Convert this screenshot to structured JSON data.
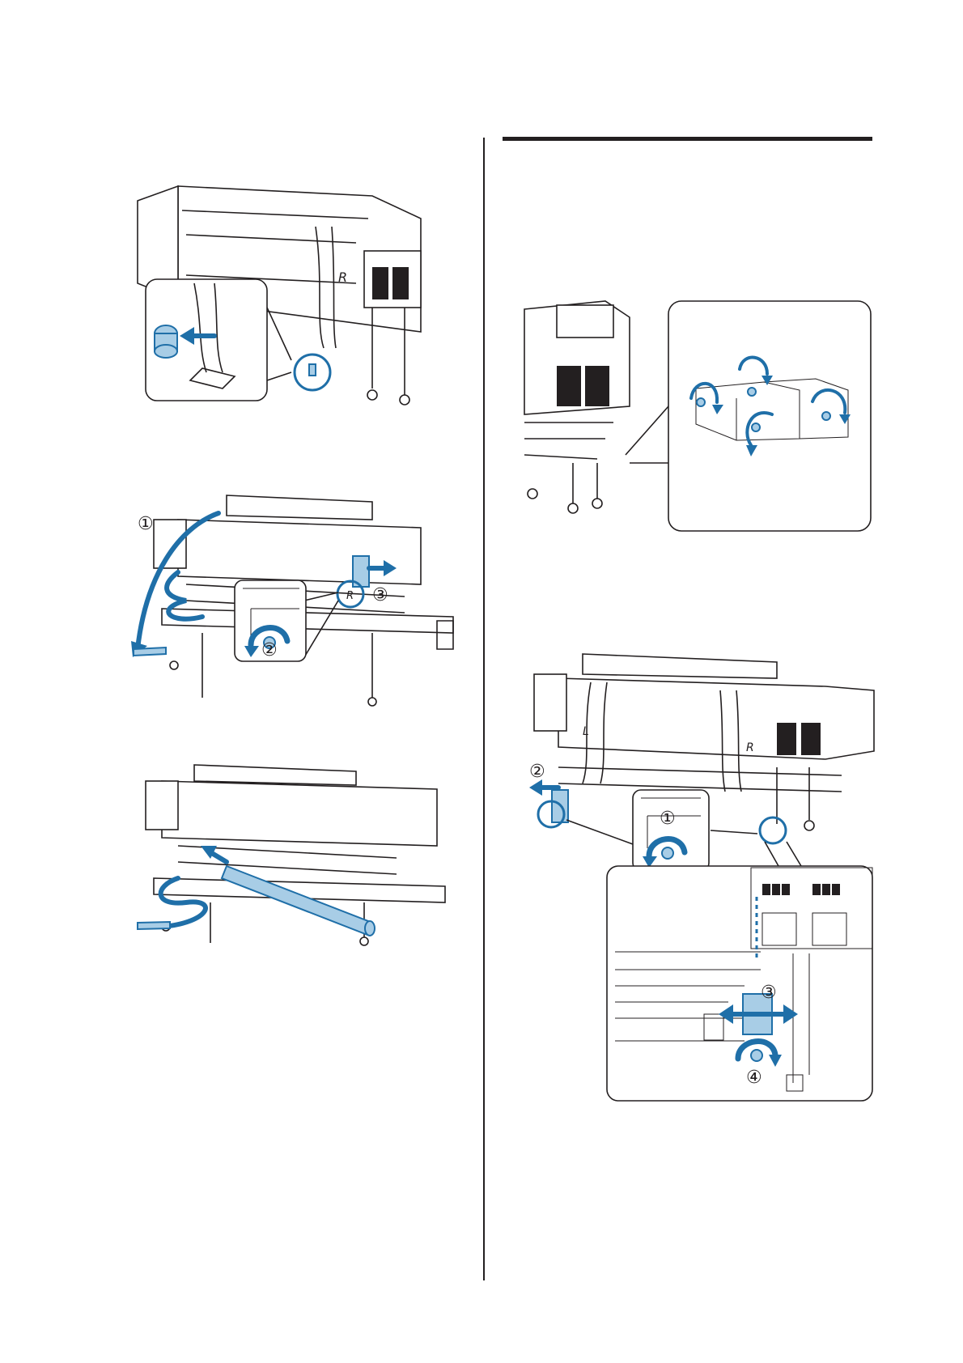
{
  "page": {
    "background": "#ffffff",
    "ink_color": "#231f20",
    "accent_color": "#1f6fa8",
    "accent_fill": "#a8cde6"
  },
  "figures": [
    {
      "id": "fig-tension-bar-clip",
      "icons": [
        "printer-front-icon",
        "detail-callout-icon",
        "clip-icon",
        "push-arrow-icon"
      ],
      "printed_labels": {
        "side_mark": "R"
      }
    },
    {
      "id": "fig-roll-holder-release",
      "icons": [
        "printer-front-icon",
        "curved-arrow-icon",
        "knob-rotate-icon",
        "slide-arrow-icon"
      ],
      "printed_labels": {
        "step_1": "①",
        "step_2": "②",
        "step_3": "③",
        "side_mark": "R"
      }
    },
    {
      "id": "fig-pipe-remove",
      "icons": [
        "printer-front-icon",
        "pipe-icon",
        "pull-arrow-icon"
      ],
      "printed_labels": {}
    },
    {
      "id": "fig-side-screws",
      "icons": [
        "printer-side-icon",
        "detail-callout-icon",
        "screw-rotate-icon"
      ],
      "printed_labels": {}
    },
    {
      "id": "fig-holder-adjust",
      "icons": [
        "printer-front-icon",
        "detail-callout-icon",
        "knob-rotate-icon",
        "slide-arrow-icon",
        "double-arrow-icon"
      ],
      "printed_labels": {
        "step_1": "①",
        "step_2": "②",
        "step_3": "③",
        "step_4": "④",
        "side_mark_l": "L",
        "side_mark_r": "R"
      }
    }
  ]
}
